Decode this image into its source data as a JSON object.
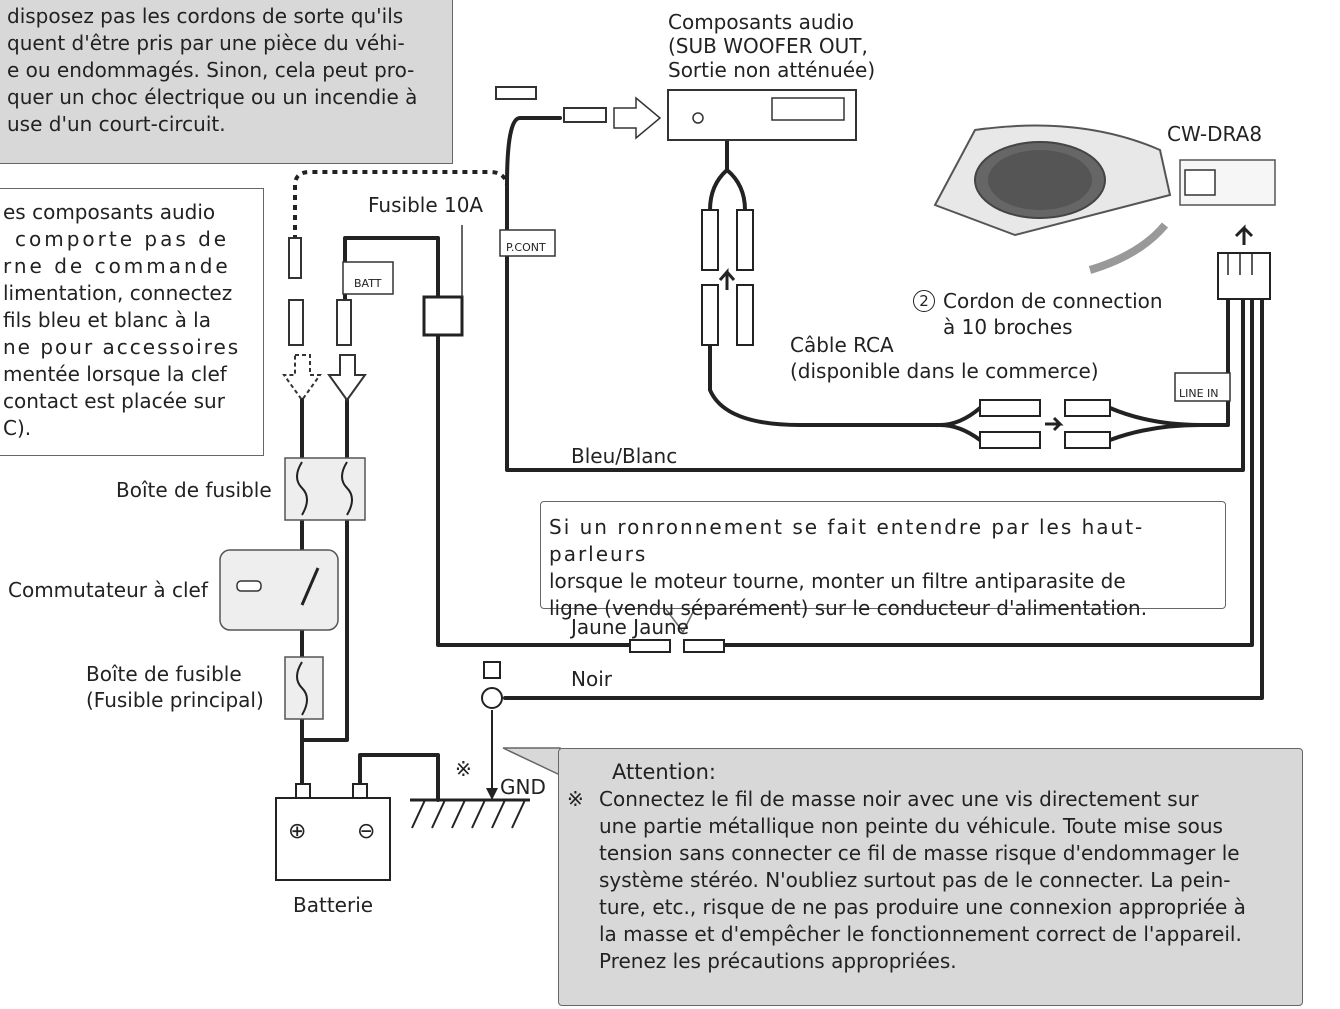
{
  "top_note": {
    "lines": [
      "disposez pas les cordons de sorte qu'ils",
      "quent d'être pris par une pièce du véhi-",
      "e ou endommagés. Sinon, cela peut pro-",
      "quer un choc électrique ou un incendie à",
      "use d'un court-circuit."
    ]
  },
  "left_note": {
    "lines": [
      "es composants audio",
      "comporte pas de",
      "rne de commande",
      "limentation, connectez",
      "fils bleu et blanc à la",
      "ne pour accessoires",
      "mentée lorsque la clef",
      "contact est placée sur",
      "C)."
    ]
  },
  "audio_components": {
    "lines": [
      "Composants audio",
      "(SUB WOOFER OUT,",
      "Sortie non atténuée)"
    ]
  },
  "labels": {
    "fuse_10a": "Fusible 10A",
    "pcont": "P.CONT",
    "batt": "BATT",
    "device_model": "CW-DRA8",
    "connector_num": "2",
    "connector_line1": "Cordon de connection",
    "connector_line2": "à 10 broches",
    "rca_line1": "Câble RCA",
    "rca_line2": "(disponible dans le commerce)",
    "line_in": "LINE IN",
    "blue_white": "Bleu/Blanc",
    "fuse_box": "Boîte de fusible",
    "key_switch": "Commutateur à clef",
    "main_fuse_line1": "Boîte de fusible",
    "main_fuse_line2": "(Fusible principal)",
    "yellow": "Jaune Jaune",
    "black": "Noir",
    "battery": "Batterie",
    "gnd": "GND",
    "asterisk": "※",
    "plus": "⊕",
    "minus": "⊖"
  },
  "noise_note": {
    "lines": [
      "Si un ronronnement se fait entendre par les haut-parleurs",
      "lorsque le moteur tourne, monter un filtre antiparasite de",
      "ligne (vendu séparément) sur le conducteur d'alimentation."
    ]
  },
  "attention": {
    "title": "Attention:",
    "mark": "※",
    "lines": [
      "Connectez le fil de masse noir avec une vis directement sur",
      "une partie métallique non peinte du véhicule. Toute mise sous",
      "tension sans connecter ce fil de masse risque d'endommager le",
      "système stéréo. N'oubliez surtout pas de le connecter. La pein-",
      "ture, etc., risque de ne pas produire une connexion appropriée à",
      "la masse et d'empêcher le fonctionnement correct de l'appareil.",
      "Prenez les précautions appropriées."
    ]
  },
  "colors": {
    "note_gray": "#d8d8d8",
    "wire": "#222222",
    "box_border": "#666666"
  }
}
